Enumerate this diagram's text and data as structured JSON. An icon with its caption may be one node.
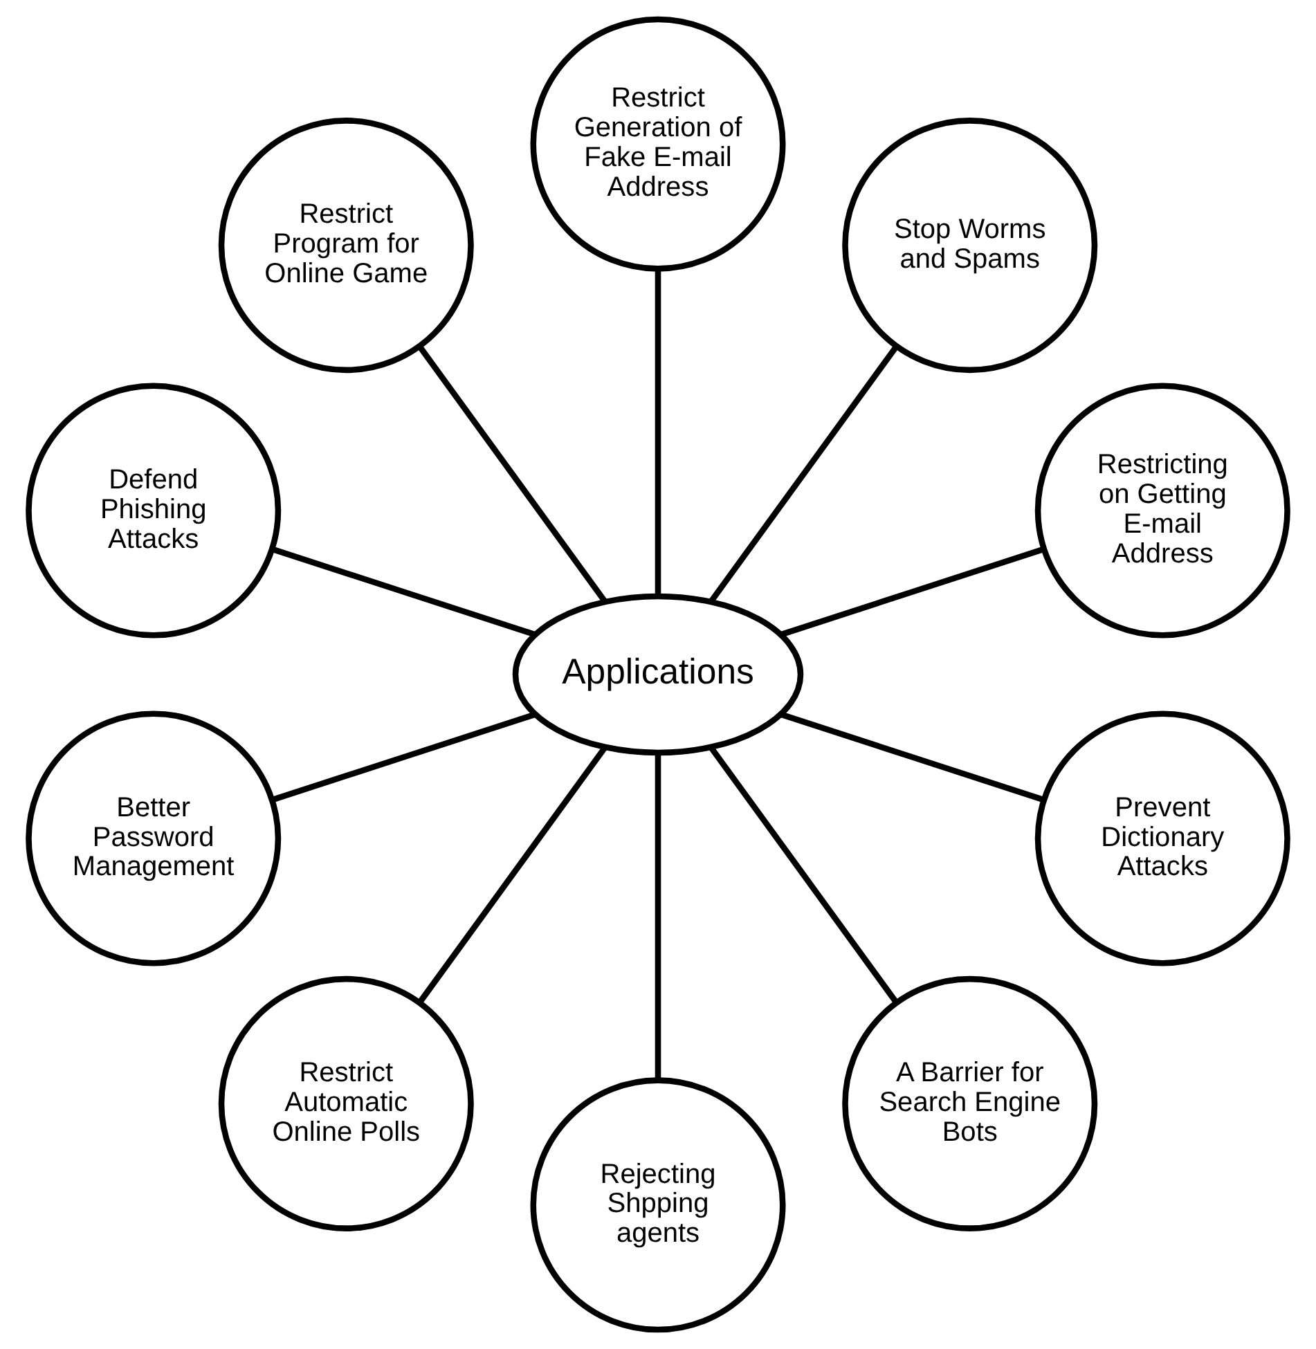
{
  "diagram": {
    "nodes": [
      {
        "text": [
          "Applications"
        ]
      },
      {
        "text": [
          "Restricting on Getting E-mail Address"
        ]
      },
      {
        "text": [
          "Stop Worms and Spams"
        ]
      },
      {
        "text": [
          "Restrict Generation of Fake E-mail Address"
        ]
      },
      {
        "text": [
          "Restrict Program for Online Game"
        ]
      },
      {
        "text": [
          "Defend Phishing Attacks"
        ]
      },
      {
        "text": [
          "Better Password Management"
        ]
      },
      {
        "text": [
          "Restrict Automatic Online Polls"
        ]
      },
      {
        "text": [
          "Rejecting Shpping agents"
        ]
      },
      {
        "text": [
          "A Barrier for Search Engine Bots"
        ]
      },
      {
        "text": [
          "Prevent Dictionary Attacks"
        ]
      }
    ],
    "edges": [
      {
        "from": 0,
        "to": 1,
        "arrow": "none"
      },
      {
        "from": 0,
        "to": 2,
        "arrow": "none"
      },
      {
        "from": 0,
        "to": 3,
        "arrow": "none"
      },
      {
        "from": 0,
        "to": 4,
        "arrow": "none"
      },
      {
        "from": 0,
        "to": 5,
        "arrow": "none"
      },
      {
        "from": 0,
        "to": 6,
        "arrow": "none"
      },
      {
        "from": 0,
        "to": 7,
        "arrow": "none"
      },
      {
        "from": 0,
        "to": 8,
        "arrow": "none"
      },
      {
        "from": 0,
        "to": 9,
        "arrow": "none"
      },
      {
        "from": 0,
        "to": 10,
        "arrow": "none"
      }
    ]
  }
}
